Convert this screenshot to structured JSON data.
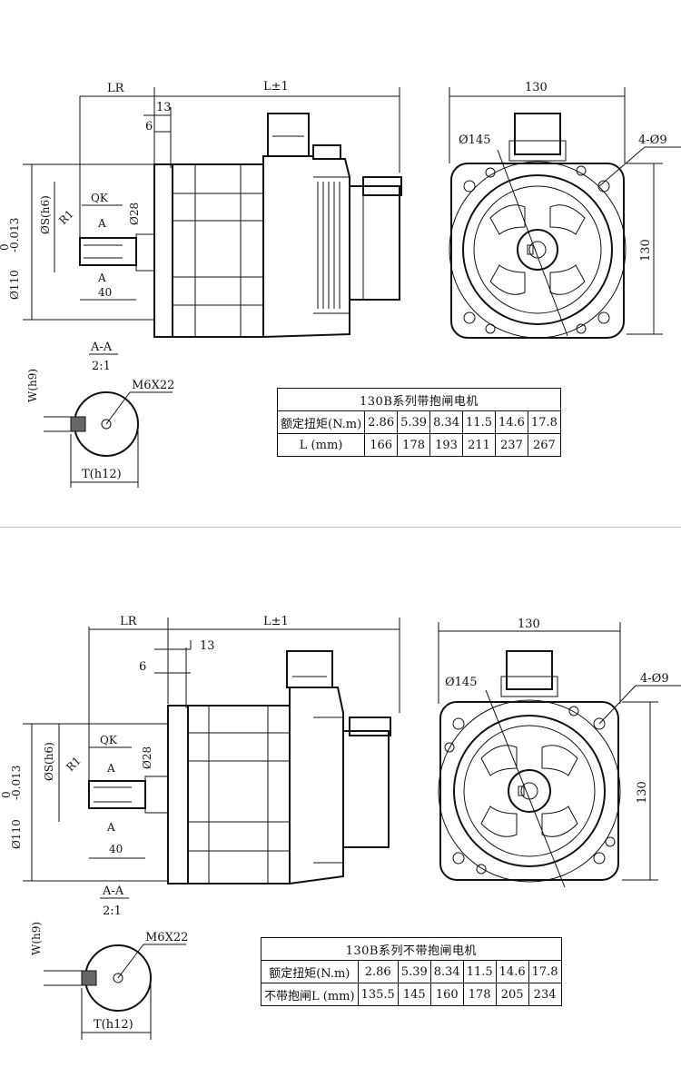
{
  "dim_labels": {
    "LR": "LR",
    "L": "L±1",
    "d13": "13",
    "d6": "6",
    "QK": "QK",
    "R1": "R1",
    "A": "A",
    "phiS": "ØS(h6)",
    "phi28": "Ø28",
    "d40": "40",
    "phi110": "Ø110",
    "tol_up": "0",
    "tol_low": "-0.013",
    "w130_top": "130",
    "w130_side": "130",
    "phi145": "Ø145",
    "holes": "4-Ø9",
    "section": "A-A",
    "scale": "2:1",
    "W": "W(h9)",
    "M6": "M6X22",
    "T": "T(h12)"
  },
  "table_with_brake": {
    "title": "130B系列带抱闸电机",
    "row1_label": "额定扭矩(N.m)",
    "torque": [
      "2.86",
      "5.39",
      "8.34",
      "11.5",
      "14.6",
      "17.8"
    ],
    "row2_label": "L (mm)",
    "length": [
      "166",
      "178",
      "193",
      "211",
      "237",
      "267"
    ]
  },
  "table_without_brake": {
    "title": "130B系列不带抱闸电机",
    "row1_label": "额定扭矩(N.m)",
    "torque": [
      "2.86",
      "5.39",
      "8.34",
      "11.5",
      "14.6",
      "17.8"
    ],
    "row2_label": "不带抱闸L (mm)",
    "length": [
      "135.5",
      "145",
      "160",
      "178",
      "205",
      "234"
    ]
  }
}
